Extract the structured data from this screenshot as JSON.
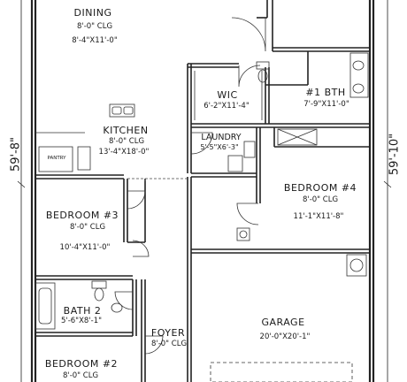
{
  "rooms": {
    "dining": {
      "name": "DINING",
      "ceiling": "8'-0\" CLG",
      "size": "8'-4\"X11'-0\""
    },
    "kitchen": {
      "name": "KITCHEN",
      "ceiling": "8'-0\" CLG",
      "size": "13'-4\"X18'-0\""
    },
    "wic": {
      "name": "WIC",
      "size": "6'-2\"X11'-4\""
    },
    "bath1": {
      "name": "#1 BTH",
      "size": "7'-9\"X11'-0\""
    },
    "laundry": {
      "name": "LAUNDRY",
      "size": "5'-5\"X6'-3\""
    },
    "bedroom4": {
      "name": "BEDROOM #4",
      "ceiling": "8'-0\" CLG",
      "size": "11'-1\"X11'-8\""
    },
    "bedroom3": {
      "name": "BEDROOM #3",
      "ceiling": "8'-0\" CLG",
      "size": "10'-4\"X11'-0\""
    },
    "bath2": {
      "name": "BATH 2",
      "size": "5'-6\"X8'-1\""
    },
    "foyer": {
      "name": "FOYER",
      "ceiling": "8'-0\" CLG"
    },
    "garage": {
      "name": "GARAGE",
      "size": "20'-0\"X20'-1\""
    },
    "bedroom2": {
      "name": "BEDROOM #2",
      "ceiling": "8'-0\" CLG"
    }
  },
  "fixtures": {
    "pantry": "PANTRY"
  },
  "dimensions": {
    "left": "59'-8\"",
    "right": "59'-10\""
  }
}
